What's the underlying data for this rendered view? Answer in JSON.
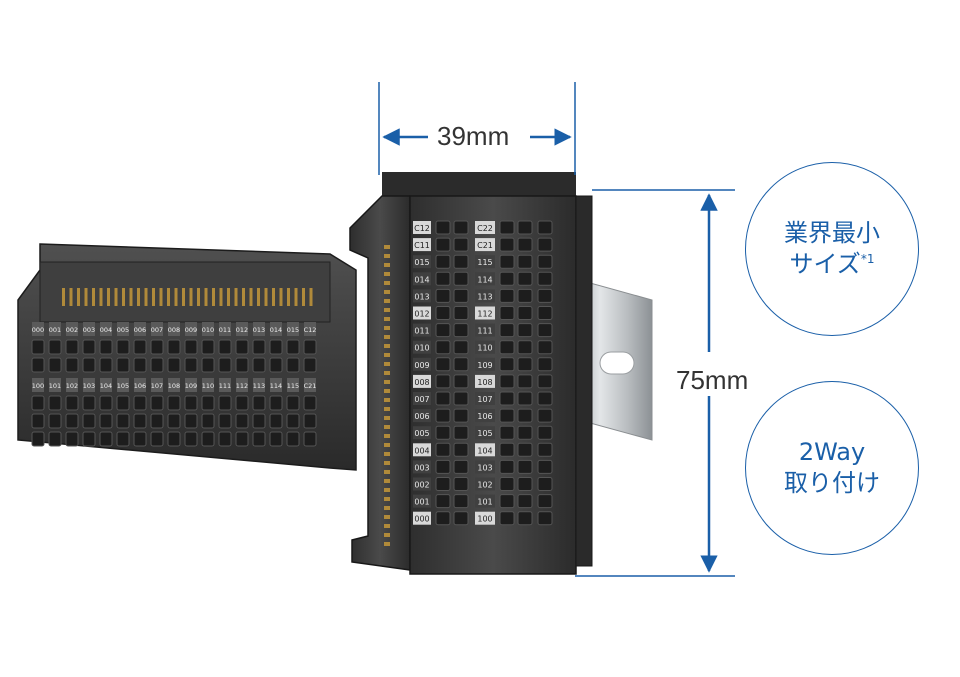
{
  "dimensions": {
    "width": "39mm",
    "height": "75mm"
  },
  "features": {
    "size": {
      "line1": "業界最小",
      "line2": "サイズ",
      "note": "*1"
    },
    "mount": {
      "line1": "2Way",
      "line2": "取り付け"
    }
  },
  "terminal_labels": {
    "left_column": [
      "C12",
      "C11",
      "015",
      "014",
      "013",
      "012",
      "011",
      "010",
      "009",
      "008",
      "007",
      "006",
      "005",
      "004",
      "003",
      "002",
      "001",
      "000"
    ],
    "right_column": [
      "C22",
      "C21",
      "115",
      "114",
      "113",
      "112",
      "111",
      "110",
      "109",
      "108",
      "107",
      "106",
      "105",
      "104",
      "103",
      "102",
      "101",
      "100"
    ],
    "top_row": [
      "000",
      "001",
      "002",
      "003",
      "004",
      "005",
      "006",
      "007",
      "008",
      "009",
      "010",
      "011",
      "012",
      "013",
      "014",
      "015",
      "C12"
    ],
    "bottom_row": [
      "100",
      "101",
      "102",
      "103",
      "104",
      "105",
      "106",
      "107",
      "108",
      "109",
      "110",
      "111",
      "112",
      "113",
      "114",
      "115",
      "C21"
    ]
  },
  "colors": {
    "accent": "#1a5fa8",
    "body": "#3a3a3a",
    "rail": "#c9ccce"
  }
}
